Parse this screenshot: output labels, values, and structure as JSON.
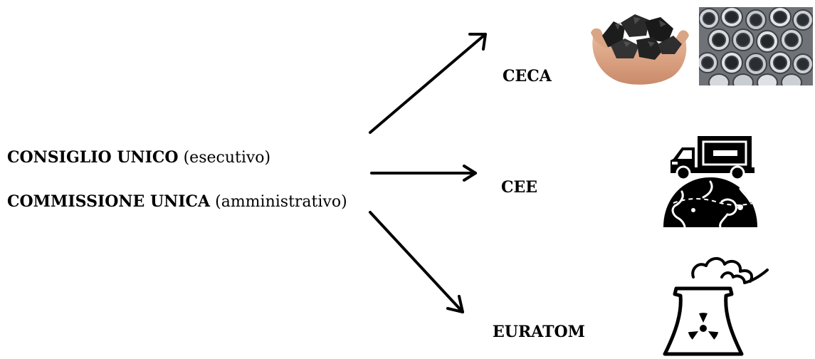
{
  "left_labels": {
    "consiglio_bold": "CONSIGLIO UNICO",
    "consiglio_rest": " (esecutivo)",
    "commissione_bold": "COMMISSIONE UNICA",
    "commissione_rest": " (amministrativo)"
  },
  "targets": {
    "ceca": "CECA",
    "cee": "CEE",
    "euratom": "EURATOM"
  },
  "icons": {
    "ceca": [
      "coal-icon",
      "steel-pipes-icon"
    ],
    "cee": [
      "truck-globe-icon"
    ],
    "euratom": [
      "nuclear-power-plant-icon"
    ]
  }
}
